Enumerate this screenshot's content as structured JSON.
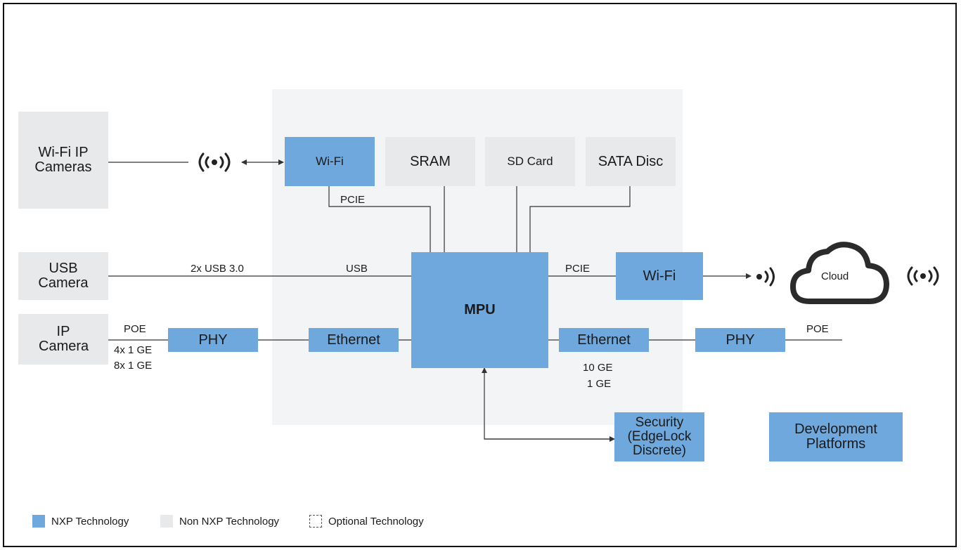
{
  "blocks": {
    "wifi_ip_cameras": "Wi-Fi IP Cameras",
    "usb_camera": "USB Camera",
    "ip_camera": "IP Camera",
    "wifi_top": "Wi-Fi",
    "sram": "SRAM",
    "sd_card": "SD Card",
    "sata_disc": "SATA Disc",
    "mpu": "MPU",
    "wifi_right": "Wi-Fi",
    "cloud": "Cloud",
    "phy_left": "PHY",
    "ethernet_left": "Ethernet",
    "ethernet_right": "Ethernet",
    "phy_right": "PHY",
    "security": "Security (EdgeLock Discrete)",
    "dev_platforms": "Development Platforms"
  },
  "links": {
    "pcie_top": "PCIE",
    "usb_speed": "2x USB 3.0",
    "usb": "USB",
    "pcie_right": "PCIE",
    "poe_left": "POE",
    "ge_4x": "4x 1 GE",
    "ge_8x": "8x 1 GE",
    "poe_right": "POE",
    "ge_10": "10 GE",
    "ge_1": "1 GE"
  },
  "legend": {
    "nxp": "NXP Technology",
    "non_nxp": "Non NXP Technology",
    "optional": "Optional Technology"
  },
  "colors": {
    "nxp": "#6fa8dc",
    "non_nxp": "#e7e9ea",
    "panel": "#f3f4f5",
    "line": "#333333"
  },
  "icons": [
    "wireless-signal-icon",
    "cloud-icon"
  ]
}
